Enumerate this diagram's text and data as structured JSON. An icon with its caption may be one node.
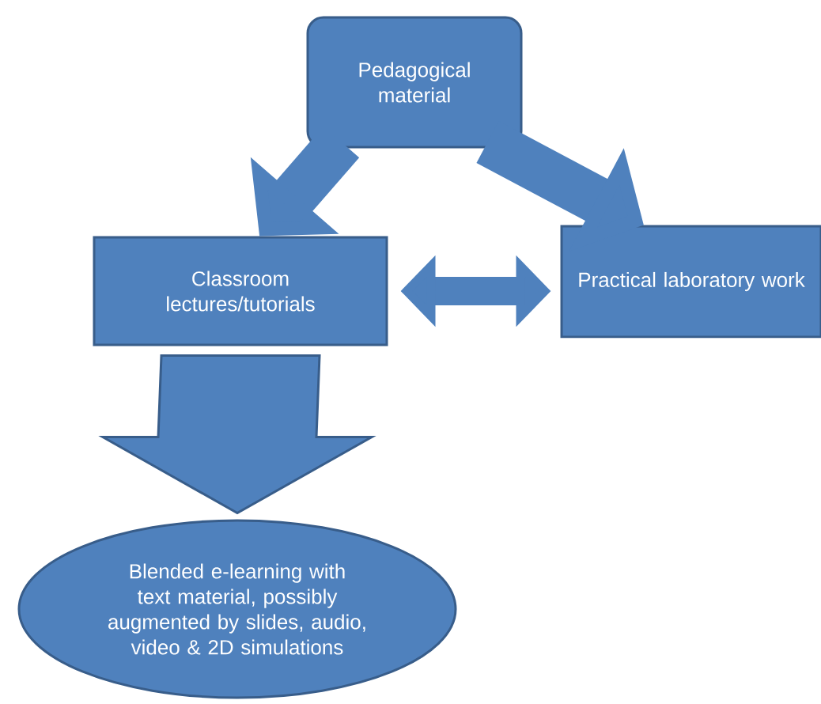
{
  "diagram": {
    "nodes": [
      {
        "text": [
          "Pedagogical material"
        ]
      },
      {
        "text": [
          "Classroom lectures/tutorials"
        ]
      },
      {
        "text": [
          "Practical laboratory work"
        ]
      },
      {
        "text": [
          "Blended e-learning with text material, possibly augmented by slides, audio, video & 2D simulations"
        ]
      }
    ],
    "edges": [
      {
        "from": 0,
        "to": 1,
        "arrow": "to"
      },
      {
        "from": 0,
        "to": 2,
        "arrow": "to"
      },
      {
        "from": 1,
        "to": 2,
        "arrow": "both"
      },
      {
        "from": 1,
        "to": 3,
        "arrow": "to",
        "style": "thick"
      }
    ]
  }
}
